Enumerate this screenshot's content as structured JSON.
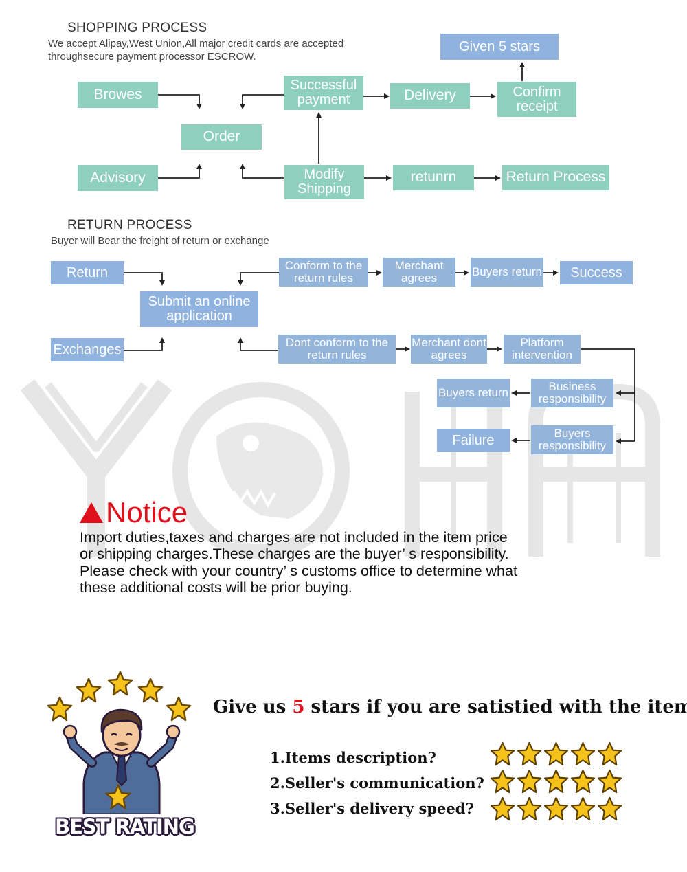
{
  "shopping": {
    "title": "SHOPPING PROCESS",
    "subtitle_1": "We accept Alipay,West Union,All major credit cards are accepted",
    "subtitle_2": "throughsecure payment processor ESCROW.",
    "nodes": {
      "browes": "Browes",
      "advisory": "Advisory",
      "order": "Order",
      "successful_payment": "Successful payment",
      "modify_shipping": "Modify Shipping",
      "delivery": "Delivery",
      "confirm_receipt": "Confirm receipt",
      "given_5_stars": "Given 5 stars",
      "returnm": "retunrn",
      "return_process": "Return Process"
    }
  },
  "return_proc": {
    "title": "RETURN PROCESS",
    "subtitle": "Buyer will Bear the freight of return or exchange",
    "nodes": {
      "return": "Return",
      "exchanges": "Exchanges",
      "submit_online": "Submit an online application",
      "conform_rules": "Conform to the return rules",
      "dont_conform_rules": "Dont conform to the return rules",
      "merchant_agrees": "Merchant agrees",
      "merchant_dont_agrees": "Merchant dont agrees",
      "buyers_return_top": "Buyers return",
      "success": "Success",
      "platform_intervention": "Platform intervention",
      "business_responsibility": "Business responsibility",
      "buyers_responsibility": "Buyers responsibility",
      "buyers_return_bottom": "Buyers return",
      "failure": "Failure"
    }
  },
  "notice": {
    "title": "Notice",
    "line_1": "Import duties,taxes and charges are not included in the item price",
    "line_2": "or shipping charges.These charges are the buyer’ s responsibility.",
    "line_3": "Please check with your country’ s customs office to determine what",
    "line_4": "these additional costs will be prior buying."
  },
  "rating": {
    "head_prefix": "Give us",
    "head_number": "5",
    "head_suffix": "stars if you are satistied with the item",
    "questions": [
      {
        "text": "1.Items description?",
        "stars": 5
      },
      {
        "text": "2.Seller's communication?",
        "stars": 5
      },
      {
        "text": "3.Seller's delivery speed?",
        "stars": 5
      }
    ],
    "badge": "BEST RATING"
  },
  "colors": {
    "green_node": "#8ecfbd",
    "blue_node": "#8fb2de",
    "notice_red": "#e0101c",
    "star_gold": "#f6c21c",
    "watermark": "#e6e6e6"
  },
  "watermark_brand": "YOHA"
}
